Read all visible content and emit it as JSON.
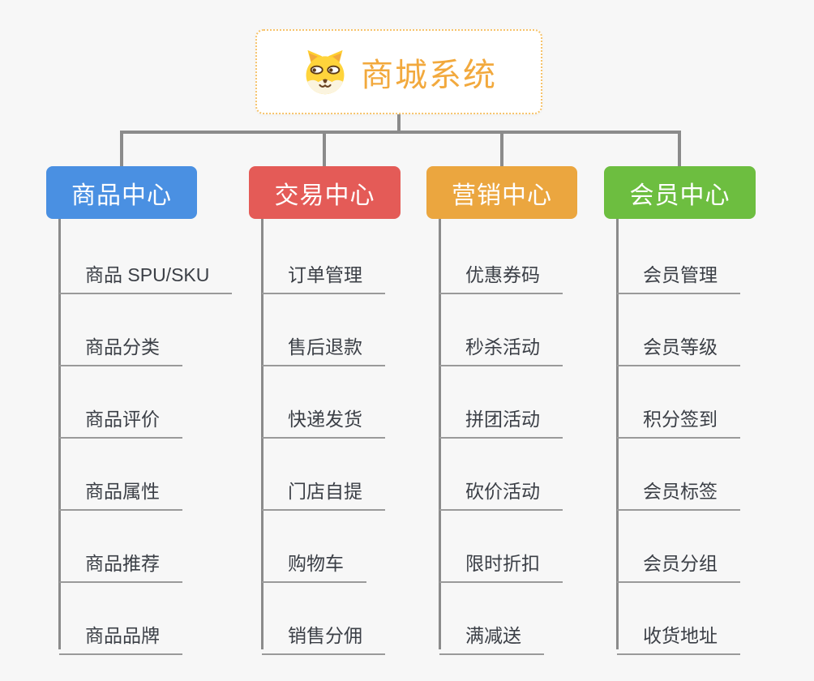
{
  "root": {
    "title": "商城系统",
    "icon": "dog-face-icon",
    "accent_color": "#F2A93D",
    "border_color": "#F6C36B"
  },
  "connectors": {
    "line_color": "#8B8B8B",
    "underline_color": "#9A9A9A"
  },
  "branches": [
    {
      "label": "商品中心",
      "color": "#4A90E2",
      "items": [
        "商品 SPU/SKU",
        "商品分类",
        "商品评价",
        "商品属性",
        "商品推荐",
        "商品品牌"
      ]
    },
    {
      "label": "交易中心",
      "color": "#E45B57",
      "items": [
        "订单管理",
        "售后退款",
        "快递发货",
        "门店自提",
        "购物车",
        "销售分佣"
      ]
    },
    {
      "label": "营销中心",
      "color": "#EBA63F",
      "items": [
        "优惠券码",
        "秒杀活动",
        "拼团活动",
        "砍价活动",
        "限时折扣",
        "满减送"
      ]
    },
    {
      "label": "会员中心",
      "color": "#6DBE40",
      "items": [
        "会员管理",
        "会员等级",
        "积分签到",
        "会员标签",
        "会员分组",
        "收货地址"
      ]
    }
  ]
}
